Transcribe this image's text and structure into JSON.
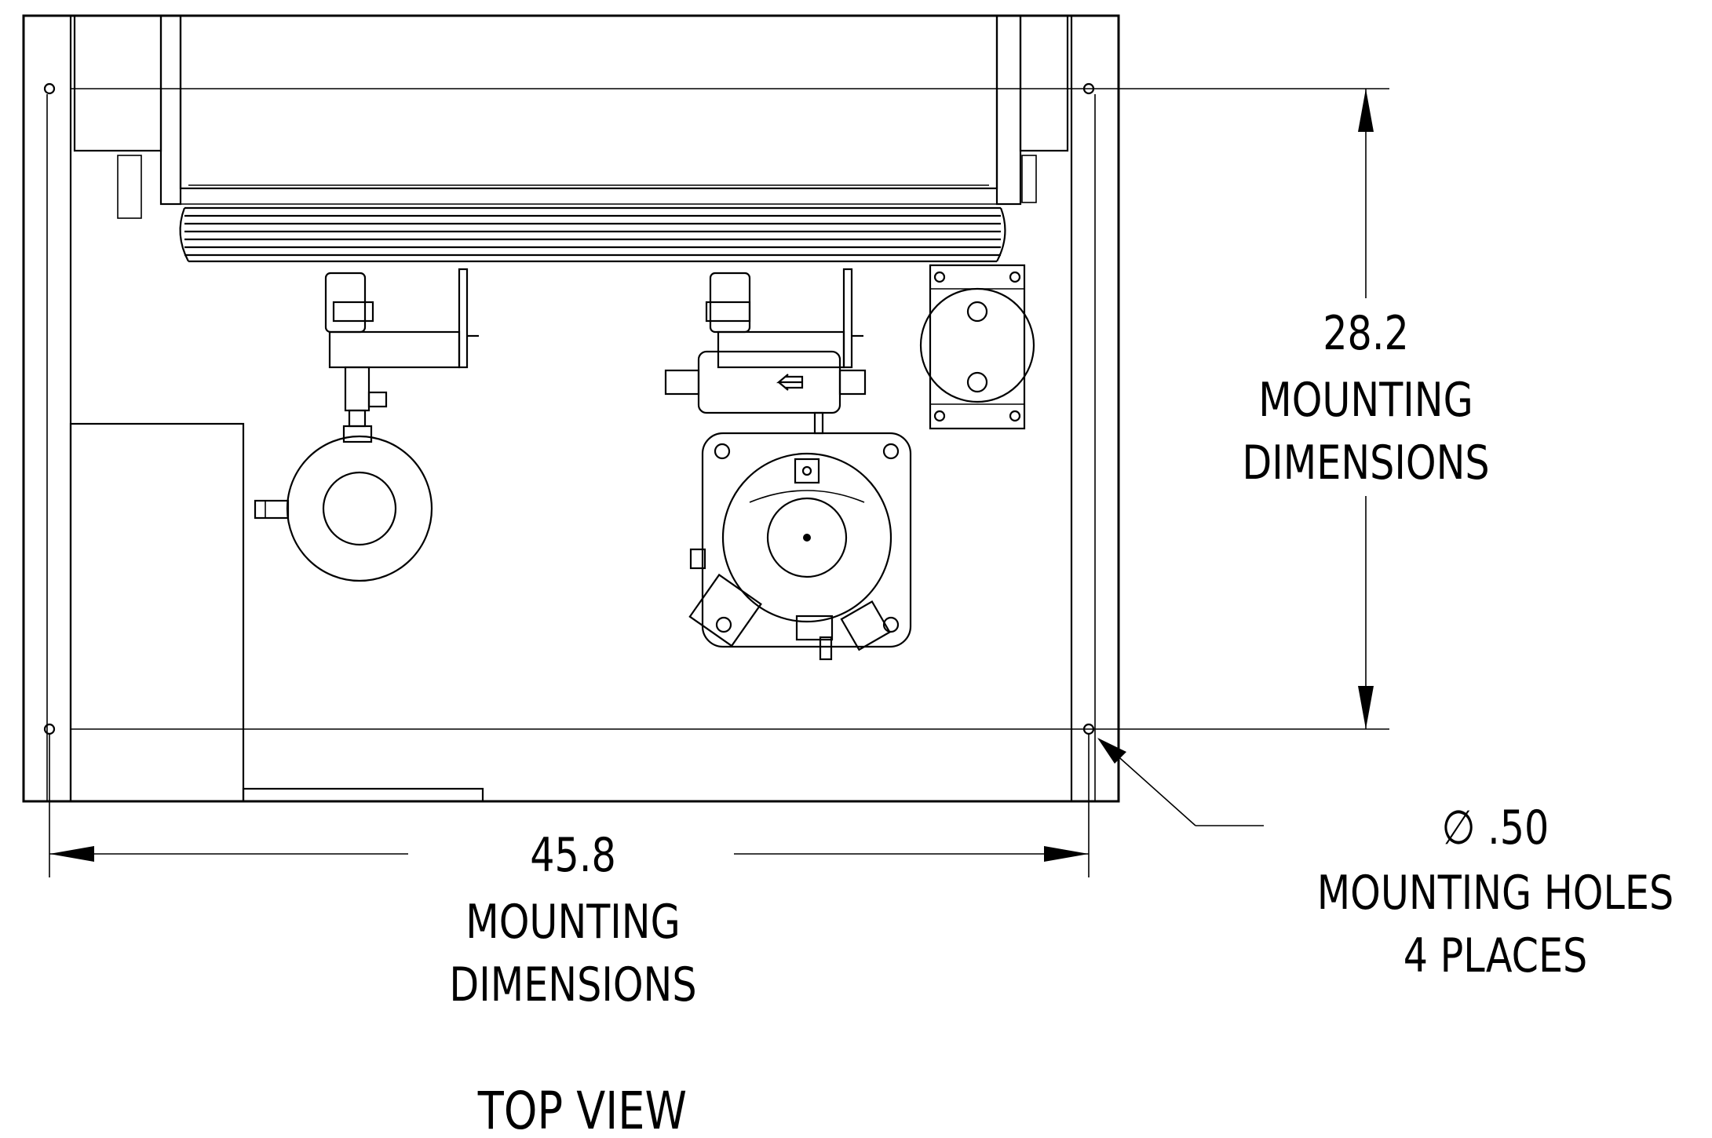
{
  "vertical_dimension": {
    "value": "28.2",
    "line1": "MOUNTING",
    "line2": "DIMENSIONS"
  },
  "horizontal_dimension": {
    "value": "45.8",
    "line1": "MOUNTING",
    "line2": "DIMENSIONS"
  },
  "mounting_holes": {
    "diameter": "∅ .50",
    "line1": "MOUNTING HOLES",
    "line2": "4 PLACES"
  },
  "view_title": "TOP VIEW"
}
